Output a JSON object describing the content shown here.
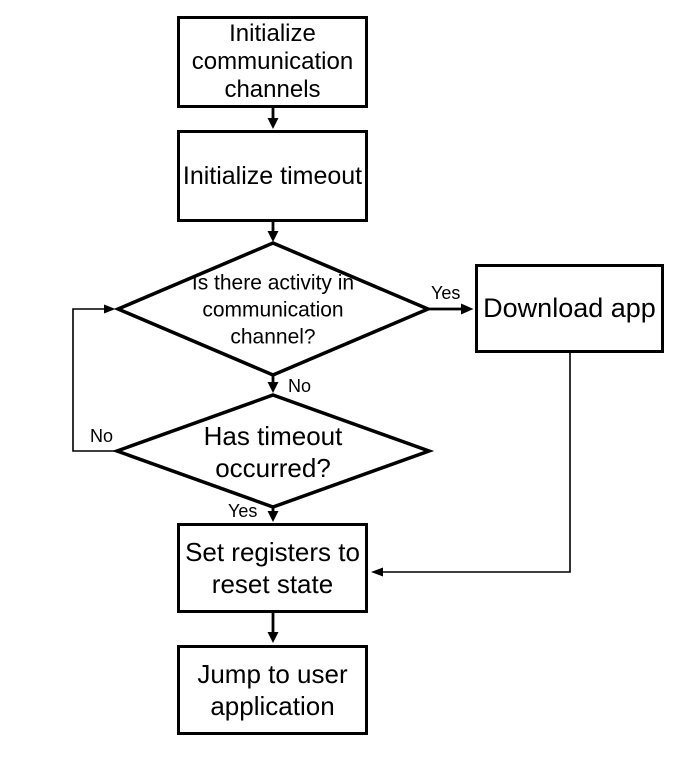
{
  "flowchart": {
    "colors": {
      "background": "#ffffff",
      "stroke": "#000000",
      "node_fill": "#ffffff",
      "text": "#000000"
    },
    "nodes": {
      "init_channels": {
        "type": "process",
        "label": "Initialize communication channels"
      },
      "init_timeout": {
        "type": "process",
        "label": "Initialize timeout"
      },
      "activity_decision": {
        "type": "decision",
        "label": "Is there activity in communication channel?"
      },
      "download_app": {
        "type": "process",
        "label": "Download app"
      },
      "timeout_decision": {
        "type": "decision",
        "label": "Has timeout occurred?"
      },
      "set_registers": {
        "type": "process",
        "label": "Set registers to reset state"
      },
      "jump_app": {
        "type": "process",
        "label": "Jump to user application"
      }
    },
    "edges": {
      "activity_yes": {
        "label": "Yes",
        "from": "activity_decision",
        "to": "download_app"
      },
      "activity_no": {
        "label": "No",
        "from": "activity_decision",
        "to": "timeout_decision"
      },
      "timeout_no": {
        "label": "No",
        "from": "timeout_decision",
        "to": "activity_decision"
      },
      "timeout_yes": {
        "label": "Yes",
        "from": "timeout_decision",
        "to": "set_registers"
      }
    }
  }
}
